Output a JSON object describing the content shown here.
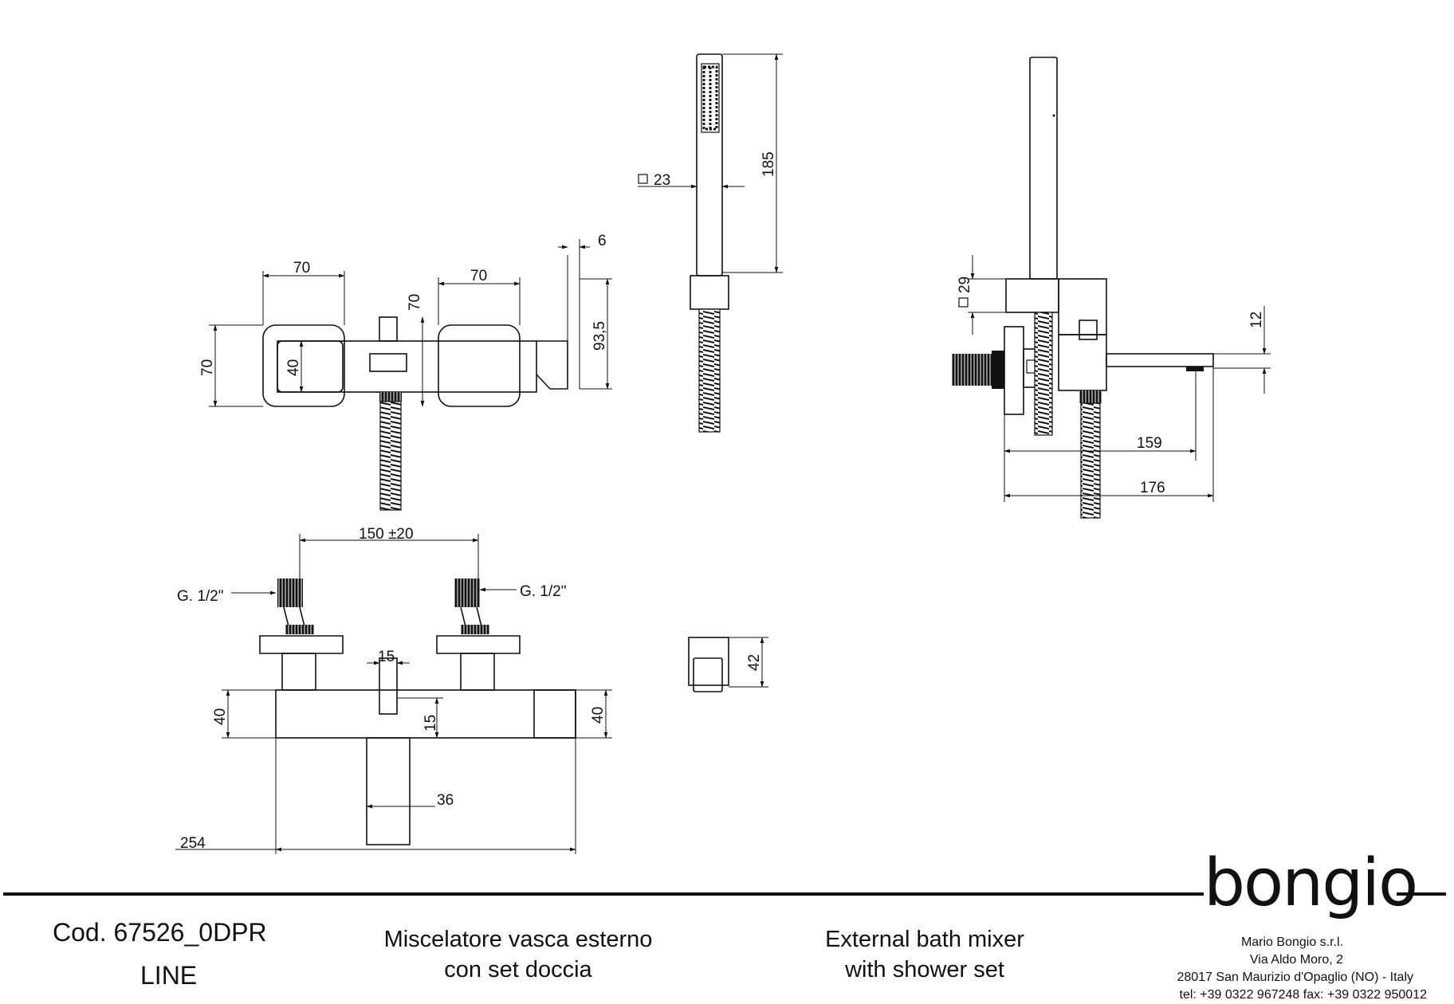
{
  "dimensions": {
    "top_left_width": "70",
    "top_mid_width": "70",
    "top_handle_height": "70",
    "top_left_height": "70",
    "top_left_inner": "40",
    "top_spout_offset": "6",
    "top_spout_height": "93,5",
    "shower_width": "23",
    "shower_length": "185",
    "holder_height": "42",
    "side_holder": "29",
    "side_spout_offset": "12",
    "side_length_1": "159",
    "side_length_2": "176",
    "inlet_spacing": "150  ±20",
    "inlet_left": "G. 1/2\"",
    "inlet_right": "G. 1/2\"",
    "front_button_w": "15",
    "front_button_h": "15",
    "front_left_h": "40",
    "front_right_h": "40",
    "front_spout_w": "36",
    "front_total_w": "254"
  },
  "title_block": {
    "code_prefix": "Cod.",
    "code": "67526_0DPR",
    "series": "LINE",
    "desc_it_1": "Miscelatore vasca esterno",
    "desc_it_2": "con set doccia",
    "desc_en_1": "External bath mixer",
    "desc_en_2": "with shower set"
  },
  "company": {
    "logo": "bongio",
    "name": "Mario Bongio s.r.l.",
    "street": "Via Aldo Moro, 2",
    "city": "28017 San Maurizio d'Opaglio (NO) - Italy",
    "contacts": "tel: +39 0322 967248    fax: +39 0322 950012"
  },
  "colors": {
    "ink": "#111111",
    "paper": "#ffffff"
  }
}
